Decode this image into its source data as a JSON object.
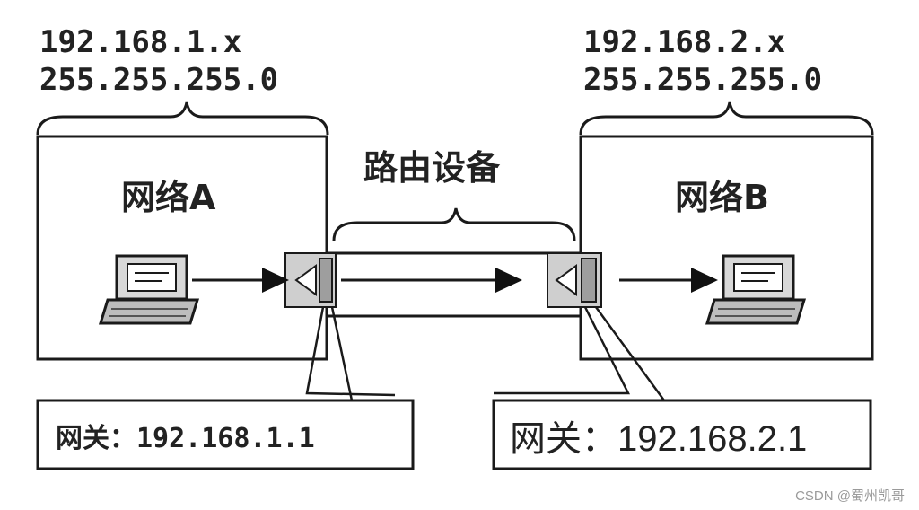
{
  "network_a": {
    "ip": "192.168.1.x",
    "mask": "255.255.255.0",
    "label": "网络A",
    "gateway": "网关：192.168.1.1"
  },
  "network_b": {
    "ip": "192.168.2.x",
    "mask": "255.255.255.0",
    "label": "网络B",
    "gateway": "网关：192.168.2.1"
  },
  "router": {
    "label": "路由设备"
  },
  "watermark": "CSDN @蜀州凯哥"
}
